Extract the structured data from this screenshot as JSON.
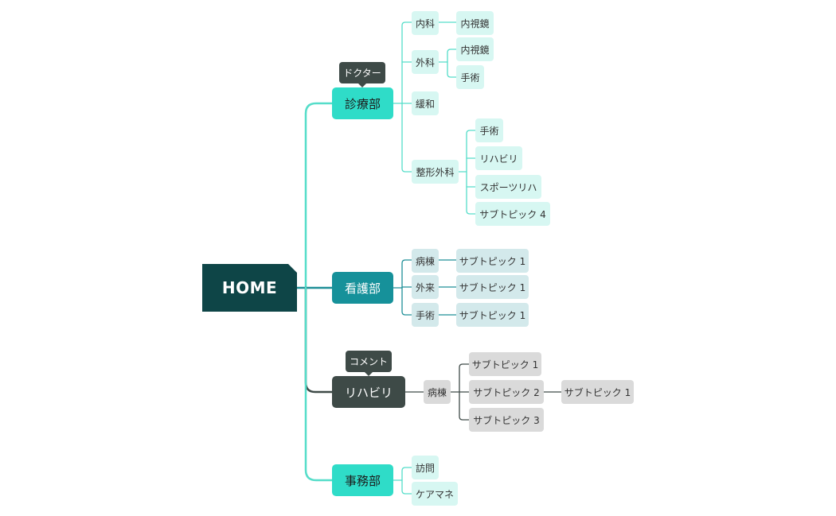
{
  "root": {
    "label": "HOME"
  },
  "branches": [
    {
      "label": "診療部",
      "callout": "ドクター",
      "children": [
        {
          "label": "内科",
          "children": [
            {
              "label": "内視鏡"
            }
          ]
        },
        {
          "label": "外科",
          "children": [
            {
              "label": "内視鏡"
            },
            {
              "label": "手術"
            }
          ]
        },
        {
          "label": "緩和"
        },
        {
          "label": "整形外科",
          "children": [
            {
              "label": "手術"
            },
            {
              "label": "リハビリ"
            },
            {
              "label": "スポーツリハ"
            },
            {
              "label": "サブトピック 4"
            }
          ]
        }
      ]
    },
    {
      "label": "看護部",
      "children": [
        {
          "label": "病棟",
          "children": [
            {
              "label": "サブトピック 1"
            }
          ]
        },
        {
          "label": "外来",
          "children": [
            {
              "label": "サブトピック 1"
            }
          ]
        },
        {
          "label": "手術",
          "children": [
            {
              "label": "サブトピック 1"
            }
          ]
        }
      ]
    },
    {
      "label": "リハビリ",
      "callout": "コメント",
      "children": [
        {
          "label": "病棟",
          "children": [
            {
              "label": "サブトピック 1"
            },
            {
              "label": "サブトピック 2",
              "children": [
                {
                  "label": "サブトピック 1"
                }
              ]
            },
            {
              "label": "サブトピック 3"
            }
          ]
        }
      ]
    },
    {
      "label": "事務部",
      "children": [
        {
          "label": "訪問"
        },
        {
          "label": "ケアマネ"
        }
      ]
    }
  ],
  "colors": {
    "shinryo_main": "#2fdcc8",
    "shinryo_sub": "#d7f7f2",
    "shinryo_line": "#55ddc9",
    "kango_main": "#16919a",
    "kango_sub": "#d3e9eb",
    "kango_line": "#1e8f98",
    "riha_main": "#3e4a47",
    "riha_sub": "#dadada",
    "riha_line": "#3e4a47",
    "jimu_main": "#2fdcc8",
    "jimu_sub": "#d7f7f2",
    "jimu_line": "#55ddc9",
    "root": "#0e4547"
  }
}
